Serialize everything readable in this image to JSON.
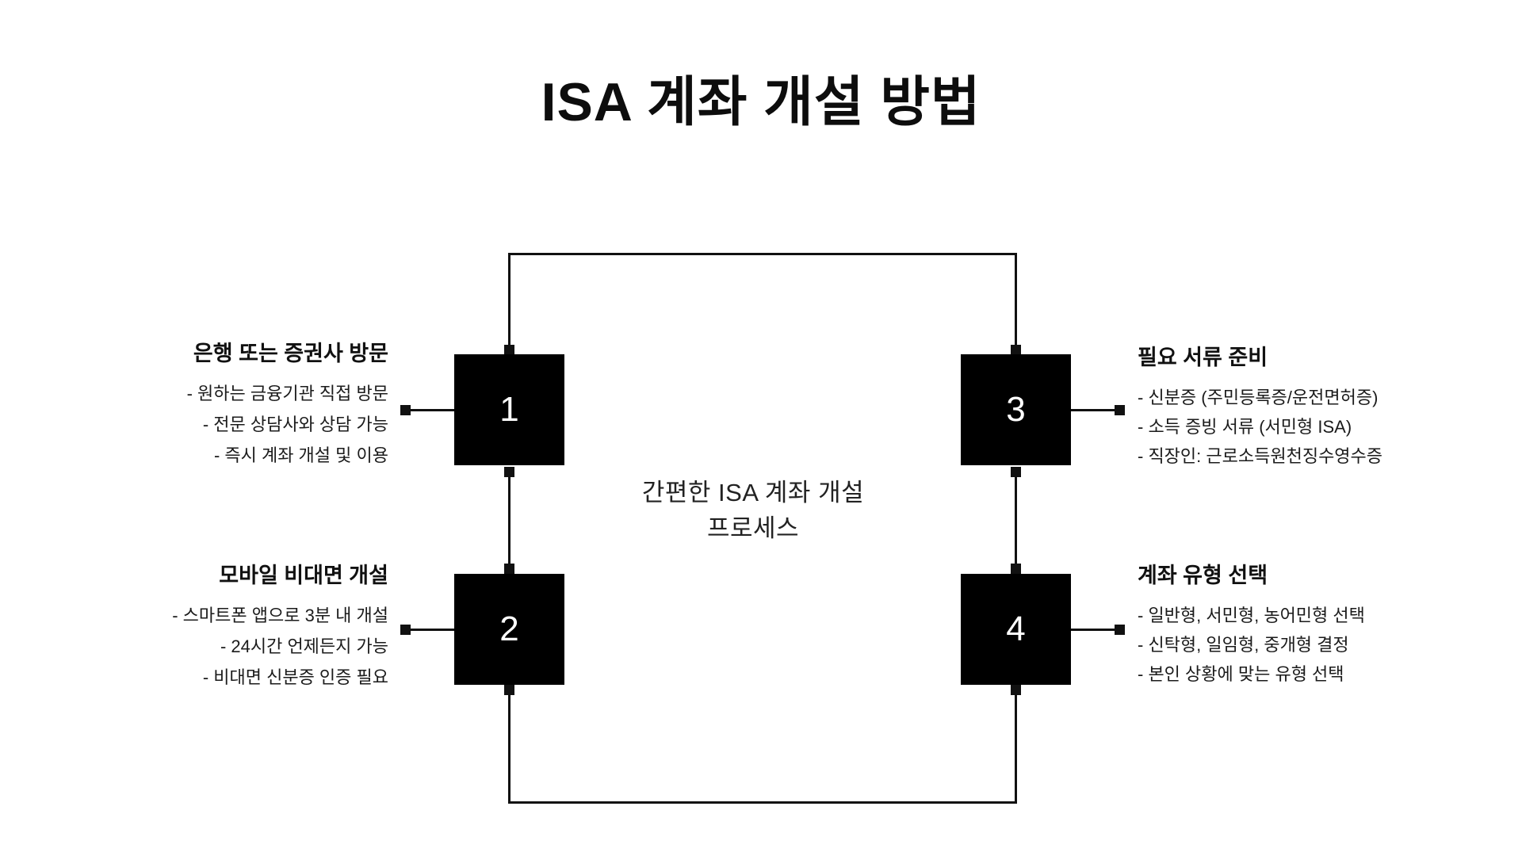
{
  "title": "ISA 계좌 개설 방법",
  "center": {
    "line1": "간편한 ISA 계좌 개설",
    "line2": "프로세스"
  },
  "colors": {
    "background": "#ffffff",
    "box_fill": "#000000",
    "box_text": "#ffffff",
    "connector": "#111111",
    "text": "#1a1a1a"
  },
  "steps": [
    {
      "number": "1",
      "side": "left",
      "heading": "은행 또는 증권사 방문",
      "bullets": [
        "- 원하는 금융기관 직접 방문",
        "- 전문 상담사와 상담 가능",
        "- 즉시 계좌 개설 및 이용"
      ]
    },
    {
      "number": "2",
      "side": "left",
      "heading": "모바일 비대면 개설",
      "bullets": [
        "- 스마트폰 앱으로 3분 내 개설",
        "- 24시간 언제든지 가능",
        "- 비대면 신분증 인증 필요"
      ]
    },
    {
      "number": "3",
      "side": "right",
      "heading": "필요 서류 준비",
      "bullets": [
        "- 신분증 (주민등록증/운전면허증)",
        "- 소득 증빙 서류 (서민형 ISA)",
        "- 직장인: 근로소득원천징수영수증"
      ]
    },
    {
      "number": "4",
      "side": "right",
      "heading": "계좌 유형 선택",
      "bullets": [
        "- 일반형, 서민형, 농어민형 선택",
        "- 신탁형, 일임형, 중개형 결정",
        "- 본인 상황에 맞는 유형 선택"
      ]
    }
  ]
}
